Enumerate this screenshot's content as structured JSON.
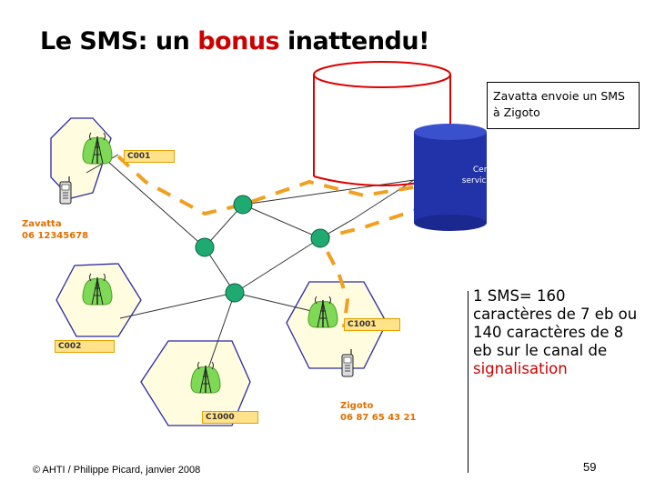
{
  "title": {
    "part1": "Le SMS: un ",
    "highlight": "bonus",
    "part2": " inattendu!"
  },
  "callout": {
    "line1": "Zavatta envoie un SMS",
    "line2": "à Zigoto"
  },
  "sms_center": {
    "line1": "Centre de",
    "line2": "service de SMS"
  },
  "cells": {
    "c001": "C001",
    "c002": "C002",
    "c1000": "C1000",
    "c1001": "C1001"
  },
  "users": {
    "zavatta": {
      "name": "Zavatta",
      "number": "06 12345678"
    },
    "zigoto": {
      "name": "Zigoto",
      "number": "06 87 65 43 21"
    }
  },
  "note": {
    "part1": "1 SMS= 160 caractères de 7 eb ou 140 caractères de 8 eb sur le canal de ",
    "highlight": "signalisation"
  },
  "footer": "© AHTI / Philippe Picard, janvier 2008",
  "page_number": "59",
  "colors": {
    "title_red": "#cc0000",
    "route_orange": "#f0a020",
    "switch_green": "#1eaa70",
    "cell_fill": "#fffce0",
    "db_blue": "#2233aa"
  }
}
